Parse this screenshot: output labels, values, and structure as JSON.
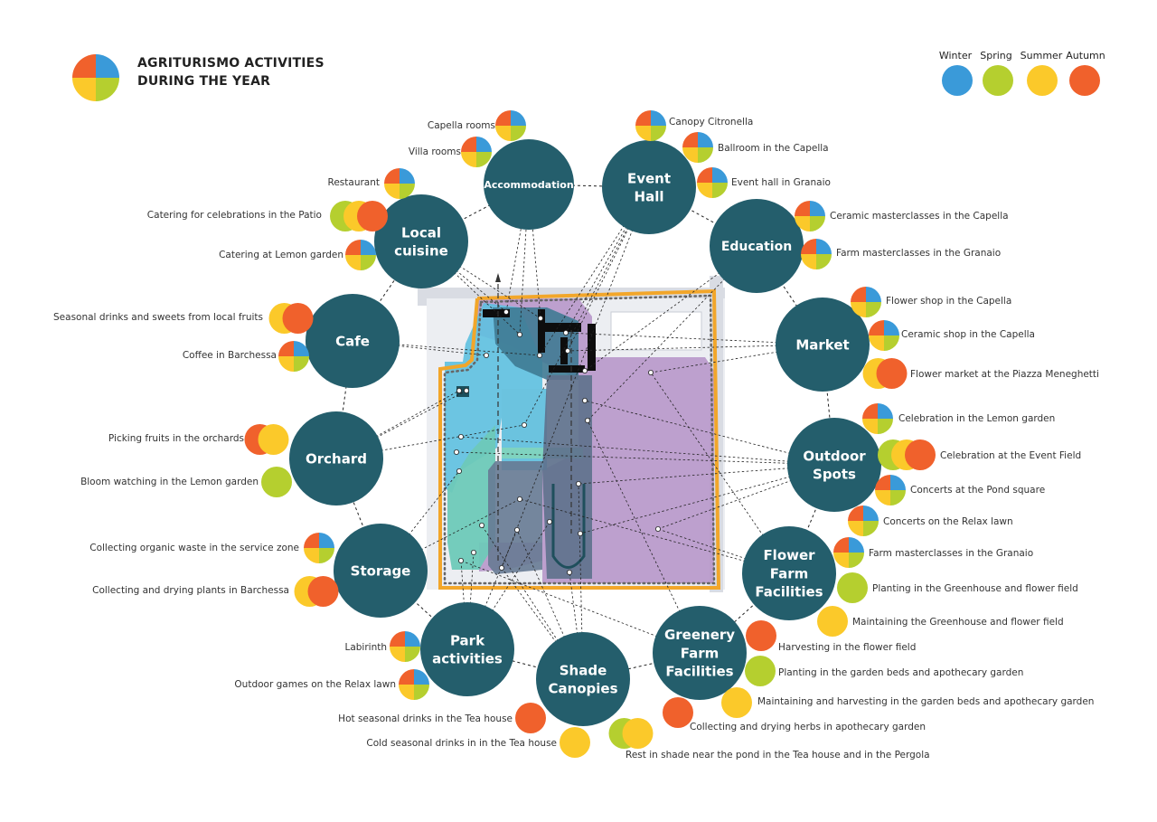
{
  "header": {
    "title_line1": "AGRITURISMO ACTIVITIES",
    "title_line2": "DURING THE YEAR"
  },
  "seasons": [
    {
      "name": "Winter",
      "color": "#3a9ad9"
    },
    {
      "name": "Spring",
      "color": "#b5cf2f"
    },
    {
      "name": "Summer",
      "color": "#fbc92a"
    },
    {
      "name": "Autumn",
      "color": "#f0612c"
    }
  ],
  "hub_color": "#245e6c",
  "hubs": [
    {
      "id": "accommodation",
      "label": [
        "Accommodation"
      ],
      "activities": [
        {
          "label": "Capella rooms",
          "seasons": [
            "all"
          ]
        },
        {
          "label": "Villa rooms",
          "seasons": [
            "all"
          ]
        }
      ]
    },
    {
      "id": "event-hall",
      "label": [
        "Event",
        "Hall"
      ],
      "activities": [
        {
          "label": "Canopy Citronella",
          "seasons": [
            "all"
          ]
        },
        {
          "label": "Ballroom in the Capella",
          "seasons": [
            "all"
          ]
        },
        {
          "label": "Event hall in Granaio",
          "seasons": [
            "all"
          ]
        }
      ]
    },
    {
      "id": "education",
      "label": [
        "Education"
      ],
      "activities": [
        {
          "label": "Ceramic masterclasses in the Capella",
          "seasons": [
            "all"
          ]
        },
        {
          "label": "Farm masterclasses in the Granaio",
          "seasons": [
            "all"
          ]
        }
      ]
    },
    {
      "id": "market",
      "label": [
        "Market"
      ],
      "activities": [
        {
          "label": "Flower shop in the Capella",
          "seasons": [
            "all"
          ]
        },
        {
          "label": "Ceramic shop in the Capella",
          "seasons": [
            "all"
          ]
        },
        {
          "label": "Flower market at the Piazza Meneghetti",
          "seasons": [
            "Summer",
            "Autumn"
          ]
        }
      ]
    },
    {
      "id": "outdoor-spots",
      "label": [
        "Outdoor",
        "Spots"
      ],
      "activities": [
        {
          "label": "Celebration in the Lemon garden",
          "seasons": [
            "all"
          ]
        },
        {
          "label": "Celebration at the Event Field",
          "seasons": [
            "Spring",
            "Summer",
            "Autumn"
          ]
        },
        {
          "label": "Concerts at the Pond square",
          "seasons": [
            "all"
          ]
        },
        {
          "label": "Concerts on the Relax lawn",
          "seasons": [
            "all"
          ]
        }
      ]
    },
    {
      "id": "flower-farm",
      "label": [
        "Flower",
        "Farm",
        "Facilities"
      ],
      "activities": [
        {
          "label": "Farm masterclasses in the Granaio",
          "seasons": [
            "all"
          ]
        },
        {
          "label": "Planting in the Greenhouse and flower field",
          "seasons": [
            "Spring"
          ]
        },
        {
          "label": "Maintaining the Greenhouse and flower field",
          "seasons": [
            "Summer"
          ]
        }
      ]
    },
    {
      "id": "greenery-farm",
      "label": [
        "Greenery",
        "Farm",
        "Facilities"
      ],
      "activities": [
        {
          "label": "Harvesting in the flower field",
          "seasons": [
            "Autumn"
          ]
        },
        {
          "label": "Planting in the garden beds and apothecary garden",
          "seasons": [
            "Spring"
          ]
        },
        {
          "label": "Maintaining and harvesting in the garden beds and apothecary garden",
          "seasons": [
            "Summer"
          ]
        },
        {
          "label": "Collecting and drying herbs in apothecary garden",
          "seasons": [
            "Autumn"
          ]
        }
      ]
    },
    {
      "id": "shade-canopies",
      "label": [
        "Shade",
        "Canopies"
      ],
      "activities": [
        {
          "label": "Rest in shade near the pond in the Tea house and in the Pergola",
          "seasons": [
            "Spring",
            "Summer"
          ]
        },
        {
          "label": "Hot seasonal drinks in the Tea house",
          "seasons": [
            "Autumn"
          ]
        },
        {
          "label": "Cold seasonal drinks in in the Tea house",
          "seasons": [
            "Summer"
          ]
        }
      ]
    },
    {
      "id": "park-activities",
      "label": [
        "Park",
        "activities"
      ],
      "activities": [
        {
          "label": "Labirinth",
          "seasons": [
            "all"
          ]
        },
        {
          "label": "Outdoor games on the Relax lawn",
          "seasons": [
            "all"
          ]
        }
      ]
    },
    {
      "id": "storage",
      "label": [
        "Storage"
      ],
      "activities": [
        {
          "label": "Collecting organic waste in the service zone",
          "seasons": [
            "all"
          ]
        },
        {
          "label": "Collecting and drying plants in Barchessa",
          "seasons": [
            "Summer",
            "Autumn"
          ]
        }
      ]
    },
    {
      "id": "orchard",
      "label": [
        "Orchard"
      ],
      "activities": [
        {
          "label": "Picking fruits in the orchards",
          "seasons": [
            "Autumn",
            "Summer"
          ]
        },
        {
          "label": "Bloom watching in the Lemon garden",
          "seasons": [
            "Spring"
          ]
        }
      ]
    },
    {
      "id": "cafe",
      "label": [
        "Cafe"
      ],
      "activities": [
        {
          "label": "Seasonal drinks and sweets from local fruits",
          "seasons": [
            "Summer",
            "Autumn"
          ]
        },
        {
          "label": "Coffee in Barchessa",
          "seasons": [
            "all"
          ]
        }
      ]
    },
    {
      "id": "local-cuisine",
      "label": [
        "Local",
        "cuisine"
      ],
      "activities": [
        {
          "label": "Restaurant",
          "seasons": [
            "all"
          ]
        },
        {
          "label": "Catering for celebrations in the Patio",
          "seasons": [
            "Spring",
            "Summer",
            "Autumn"
          ]
        },
        {
          "label": "Catering at Lemon garden",
          "seasons": [
            "all"
          ]
        }
      ]
    }
  ]
}
